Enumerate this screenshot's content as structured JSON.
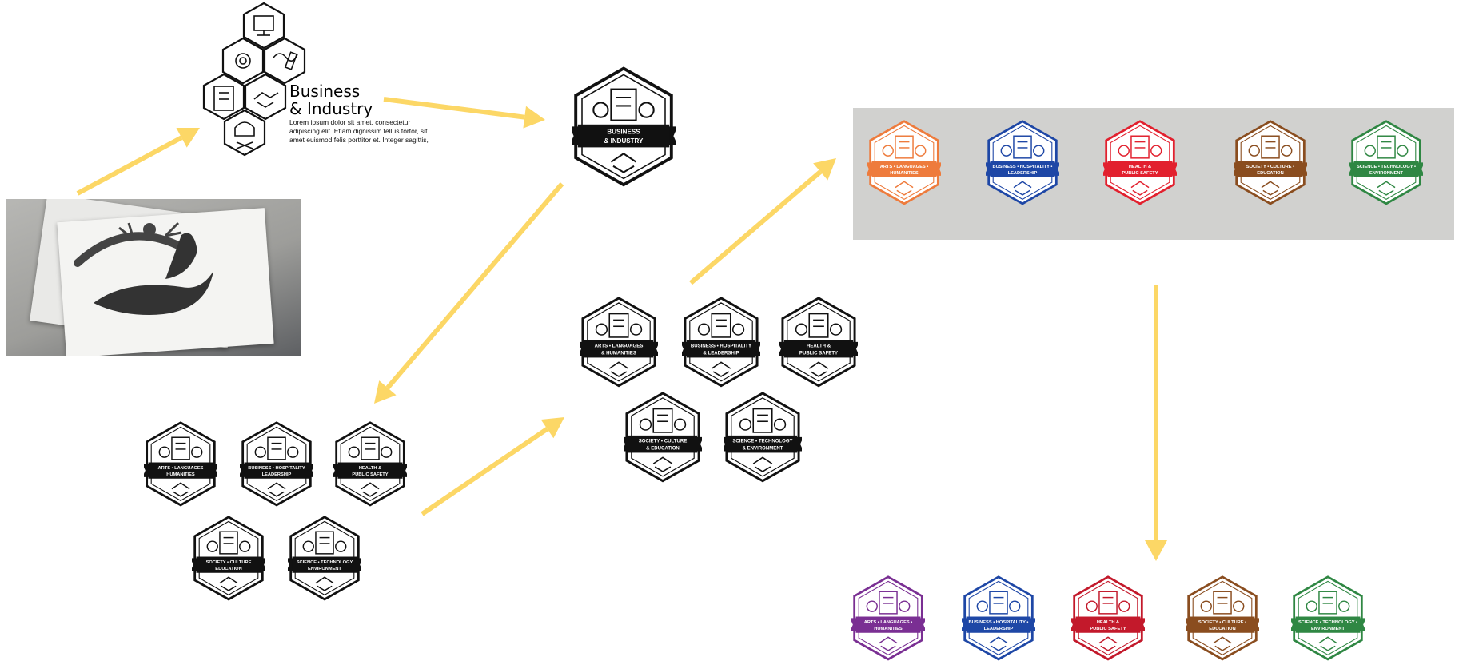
{
  "concept": {
    "title_line1": "Business",
    "title_line2": "& Industry",
    "lorem": "Lorem ipsum dolor sit amet, consectetur adipiscing elit. Etiam dignissim tellus tortor, sit amet euismod felis porttitor et. Integer sagittis,"
  },
  "single_badge": {
    "line1": "BUSINESS",
    "line2": "& INDUSTRY"
  },
  "badge_sets": {
    "bw_a": [
      {
        "line1": "ARTS • LANGUAGES",
        "line2": "HUMANITIES"
      },
      {
        "line1": "BUSINESS • HOSPITALITY",
        "line2": "LEADERSHIP"
      },
      {
        "line1": "HEALTH &",
        "line2": "PUBLIC SAFETY"
      },
      {
        "line1": "SOCIETY • CULTURE",
        "line2": "EDUCATION"
      },
      {
        "line1": "SCIENCE • TECHNOLOGY",
        "line2": "ENVIRONMENT"
      }
    ],
    "bw_b": [
      {
        "line1": "ARTS • LANGUAGES",
        "line2": "& HUMANITIES"
      },
      {
        "line1": "BUSINESS • HOSPITALITY",
        "line2": "& LEADERSHIP"
      },
      {
        "line1": "HEALTH &",
        "line2": "PUBLIC SAFETY"
      },
      {
        "line1": "SOCIETY • CULTURE",
        "line2": "& EDUCATION"
      },
      {
        "line1": "SCIENCE • TECHNOLOGY",
        "line2": "& ENVIRONMENT"
      }
    ],
    "color_a": [
      {
        "line1": "ARTS • LANGUAGES •",
        "line2": "HUMANITIES",
        "color": "#ee7b3c"
      },
      {
        "line1": "BUSINESS • HOSPITALITY •",
        "line2": "LEADERSHIP",
        "color": "#1e47a6"
      },
      {
        "line1": "HEALTH &",
        "line2": "PUBLIC SAFETY",
        "color": "#e2202e"
      },
      {
        "line1": "SOCIETY • CULTURE •",
        "line2": "EDUCATION",
        "color": "#8a4d1f"
      },
      {
        "line1": "SCIENCE • TECHNOLOGY •",
        "line2": "ENVIRONMENT",
        "color": "#2f8743"
      }
    ],
    "color_b": [
      {
        "line1": "ARTS • LANGUAGES •",
        "line2": "HUMANITIES",
        "color": "#7a2f93"
      },
      {
        "line1": "BUSINESS • HOSPITALITY •",
        "line2": "LEADERSHIP",
        "color": "#1e47a6"
      },
      {
        "line1": "HEALTH &",
        "line2": "PUBLIC SAFETY",
        "color": "#c3192b"
      },
      {
        "line1": "SOCIETY • CULTURE •",
        "line2": "EDUCATION",
        "color": "#8a4d1f"
      },
      {
        "line1": "SCIENCE • TECHNOLOGY •",
        "line2": "ENVIRONMENT",
        "color": "#2f8743"
      }
    ]
  },
  "colors": {
    "arrow": "#fcd766",
    "bw": "#111111",
    "strip": "#d1d1cf"
  }
}
